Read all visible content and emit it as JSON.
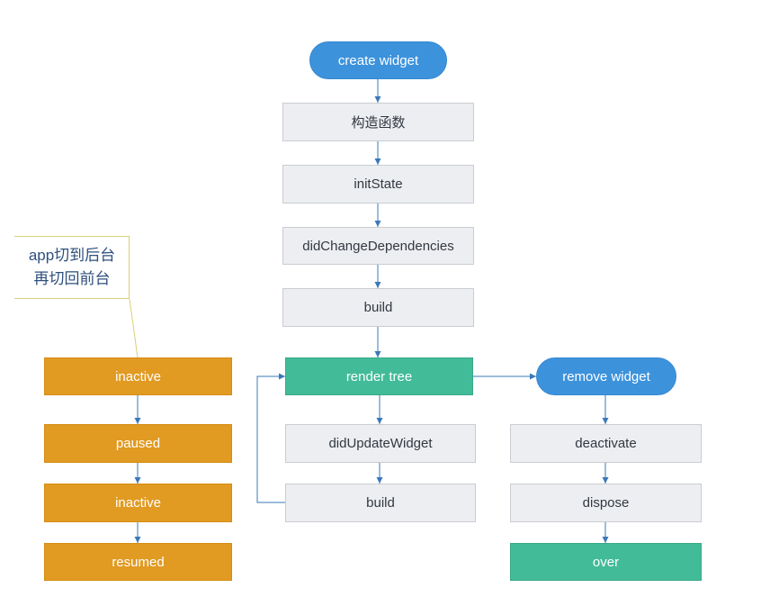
{
  "colors": {
    "gray_node": "#eceef1",
    "orange_node": "#e19a22",
    "green_node": "#42bb98",
    "blue_pill": "#3d92dc",
    "connector": "#3a78b8",
    "note_text": "#2e4f7d"
  },
  "main_flow": {
    "create_widget": "create widget",
    "constructor": "构造函数",
    "init_state": "initState",
    "did_change_dependencies": "didChangeDependencies",
    "build": "build",
    "render_tree": "render tree"
  },
  "update_flow": {
    "did_update_widget": "didUpdateWidget",
    "build": "build"
  },
  "remove_flow": {
    "remove_widget": "remove widget",
    "deactivate": "deactivate",
    "dispose": "dispose",
    "over": "over"
  },
  "app_lifecycle": {
    "note_line1": "app切到后台",
    "note_line2": "再切回前台",
    "inactive_1": "inactive",
    "paused": "paused",
    "inactive_2": "inactive",
    "resumed": "resumed"
  }
}
